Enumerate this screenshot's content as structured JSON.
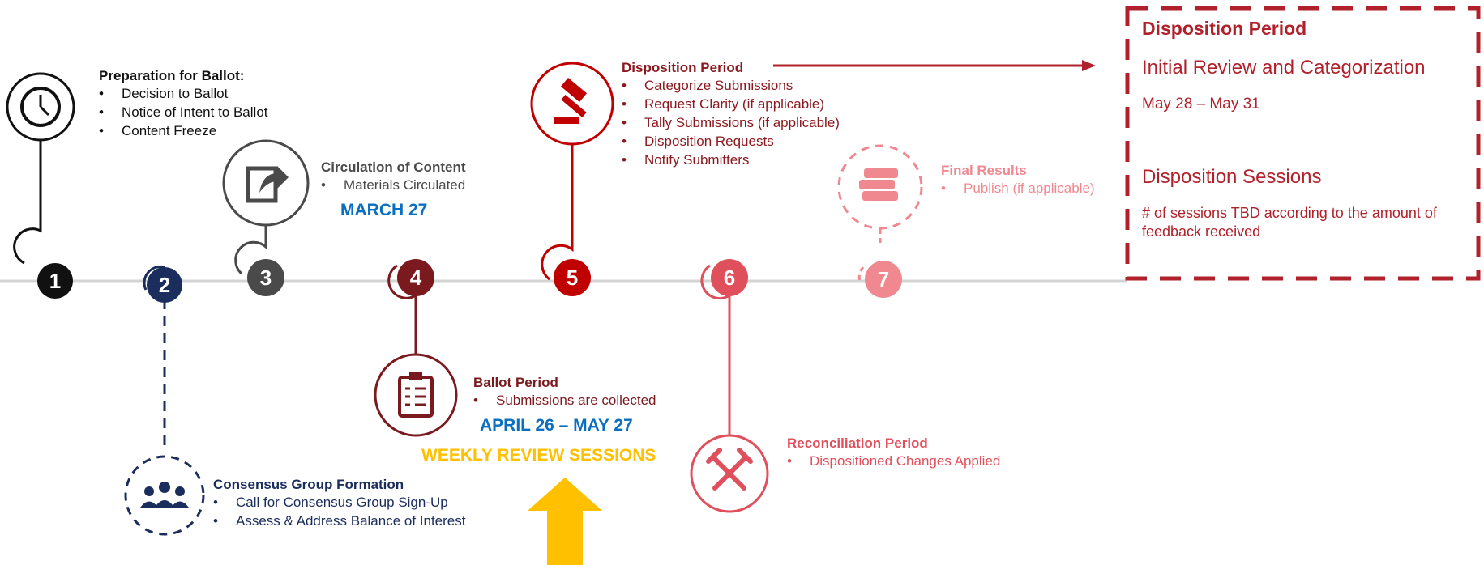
{
  "colors": {
    "step1": "#111111",
    "step2": "#1b2d5c",
    "step3": "#4a4a4a",
    "step4": "#7a1a1f",
    "step5": "#c00000",
    "step6": "#e0505c",
    "step7": "#f0888f",
    "date_blue": "#0b6fc0",
    "weekly": "#ffc000",
    "timeline": "#d4d4d4",
    "callout": "#b0212b"
  },
  "steps": [
    {
      "number": "1",
      "icon": "clock-icon",
      "title": "Preparation for Ballot:",
      "bullets": [
        "Decision to Ballot",
        "Notice of Intent to Ballot",
        "Content Freeze"
      ]
    },
    {
      "number": "2",
      "icon": "people-icon",
      "title": "Consensus Group Formation",
      "bullets": [
        "Call for Consensus Group Sign-Up",
        "Assess & Address Balance of Interest"
      ]
    },
    {
      "number": "3",
      "icon": "share-icon",
      "title": "Circulation of Content",
      "bullets": [
        "Materials Circulated"
      ],
      "date": "MARCH 27"
    },
    {
      "number": "4",
      "icon": "clipboard-icon",
      "title": "Ballot Period",
      "bullets": [
        "Submissions are collected"
      ],
      "date": "APRIL 26 – MAY 27",
      "extra": "WEEKLY REVIEW SESSIONS"
    },
    {
      "number": "5",
      "icon": "gavel-icon",
      "title": "Disposition Period",
      "bullets": [
        "Categorize Submissions",
        "Request Clarity (if applicable)",
        "Tally Submissions (if applicable)",
        "Disposition Requests",
        "Notify Submitters"
      ]
    },
    {
      "number": "6",
      "icon": "tools-icon",
      "title": "Reconciliation Period",
      "bullets": [
        "Dispositioned Changes Applied"
      ]
    },
    {
      "number": "7",
      "icon": "books-icon",
      "title": "Final Results",
      "bullets": [
        "Publish (if applicable)"
      ]
    }
  ],
  "callout": {
    "title": "Disposition Period",
    "subtitle1": "Initial Review and Categorization",
    "dates": "May 28 – May 31",
    "subtitle2": "Disposition Sessions",
    "note": "# of sessions TBD according to the amount of feedback received"
  }
}
